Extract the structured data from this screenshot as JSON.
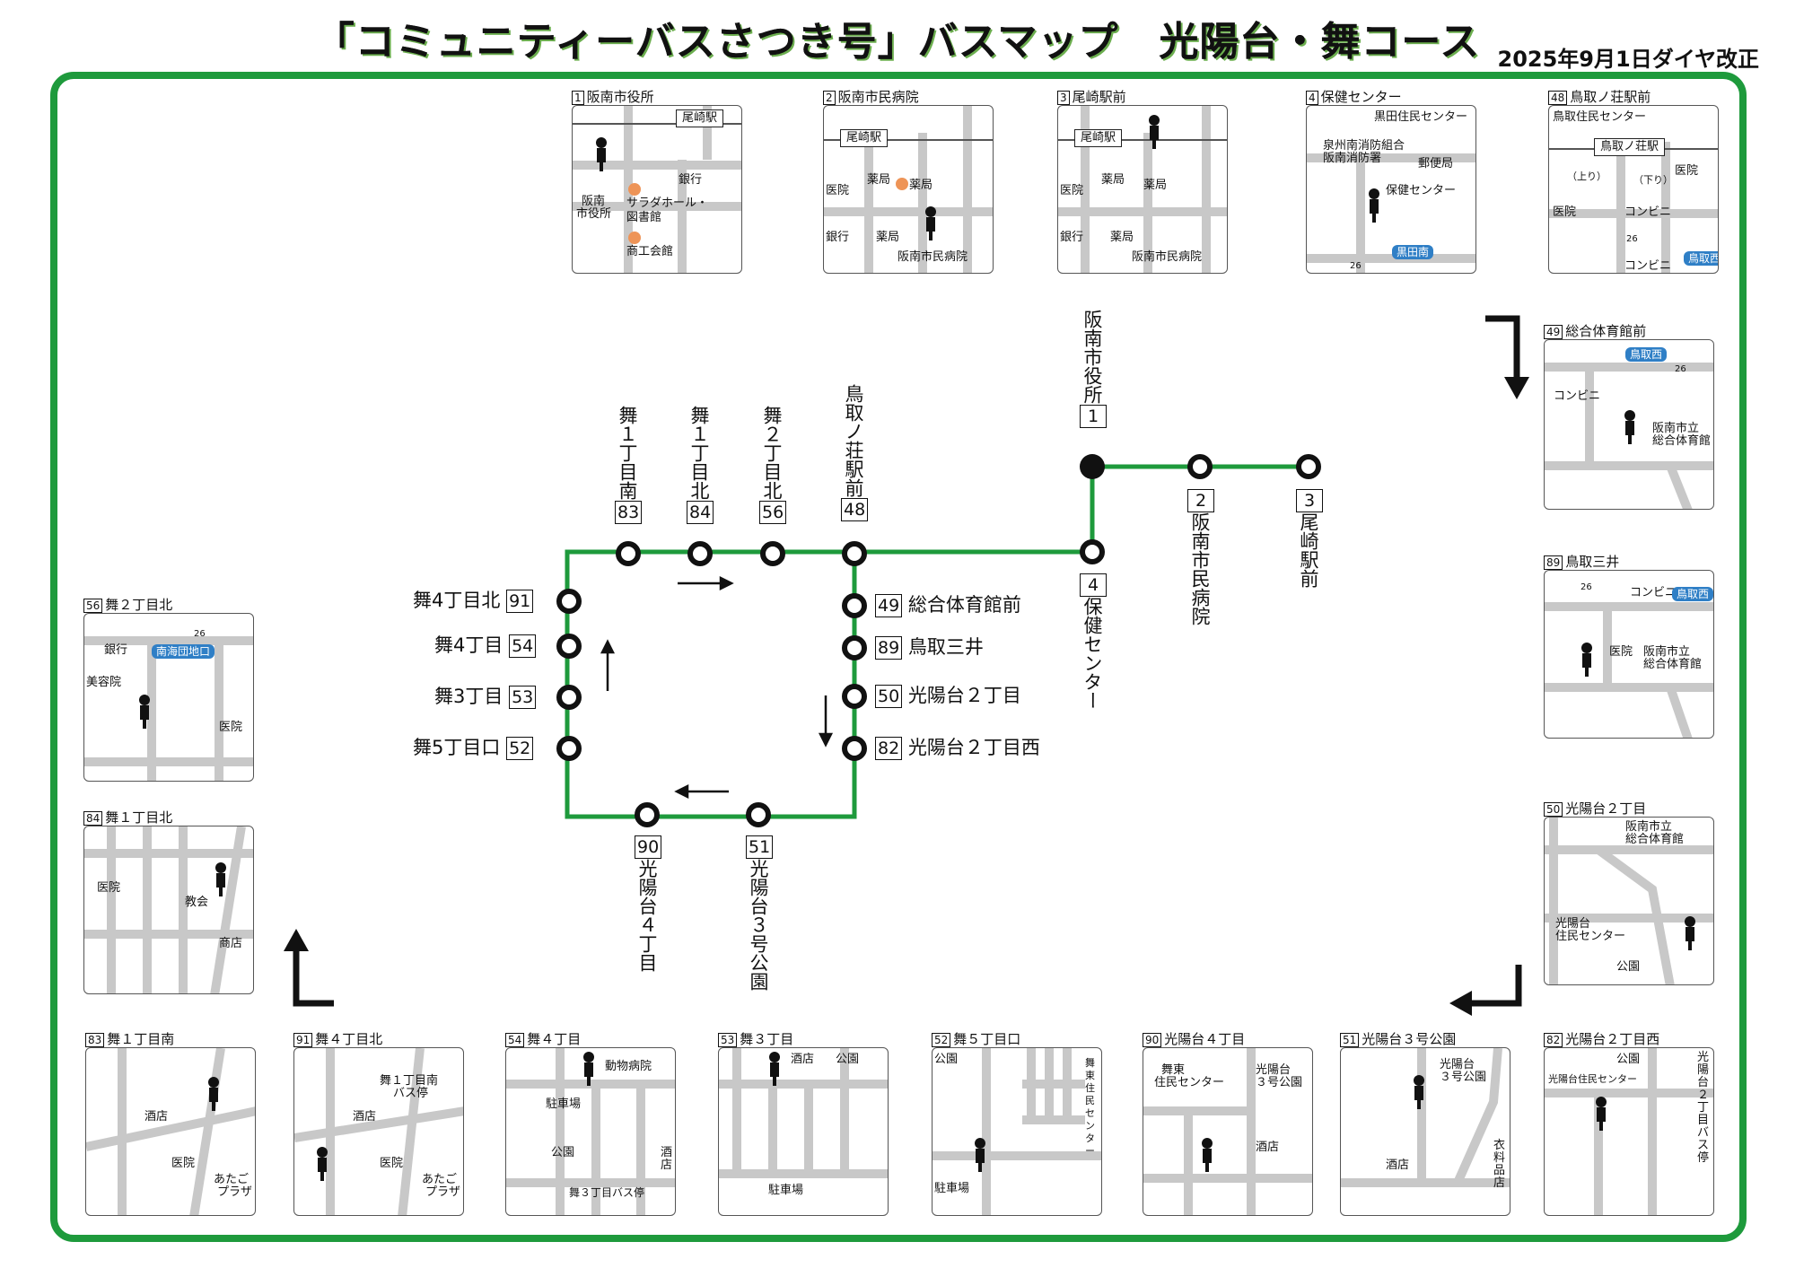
{
  "title": "「コミュニティーバスさつき号」バスマップ　光陽台・舞コース",
  "revision": "2025年9月1日ダイヤ改正",
  "colors": {
    "route": "#1e9a3c",
    "frame": "#1e9a3c",
    "poi": "#ee9457",
    "station_badge": "#2f7fc6",
    "road": "#c8c8c8"
  },
  "cards": {
    "c1": {
      "num": "1",
      "name": "阪南市役所",
      "labels": [
        "尾崎駅",
        "銀行",
        "阪南",
        "市役所",
        "サラダホール・",
        "図書館",
        "商工会館"
      ]
    },
    "c2": {
      "num": "2",
      "name": "阪南市民病院",
      "labels": [
        "尾崎駅",
        "医院",
        "薬局",
        "薬局",
        "銀行",
        "薬局",
        "阪南市民病院"
      ]
    },
    "c3": {
      "num": "3",
      "name": "尾崎駅前",
      "labels": [
        "尾崎駅",
        "医院",
        "薬局",
        "薬局",
        "銀行",
        "薬局",
        "阪南市民病院"
      ]
    },
    "c4": {
      "num": "4",
      "name": "保健センター",
      "labels": [
        "黒田住民センター",
        "泉州南消防組合",
        "阪南消防署",
        "郵便局",
        "保健センター",
        "黒田南",
        "26"
      ]
    },
    "c48": {
      "num": "48",
      "name": "鳥取ノ荘駅前",
      "labels": [
        "鳥取住民センター",
        "鳥取ノ荘駅",
        "（上り）",
        "（下り）",
        "医院",
        "医院",
        "コンビニ",
        "コンビニ",
        "鳥取西",
        "26"
      ]
    },
    "c49": {
      "num": "49",
      "name": "総合体育館前",
      "labels": [
        "鳥取西",
        "26",
        "コンビニ",
        "阪南市立",
        "総合体育館"
      ]
    },
    "c89": {
      "num": "89",
      "name": "鳥取三井",
      "labels": [
        "26",
        "コンビニ",
        "鳥取西",
        "医院",
        "阪南市立",
        "総合体育館"
      ]
    },
    "c50": {
      "num": "50",
      "name": "光陽台２丁目",
      "labels": [
        "阪南市立",
        "総合体育館",
        "光陽台",
        "住民センター",
        "公園"
      ]
    },
    "c82": {
      "num": "82",
      "name": "光陽台２丁目西",
      "labels": [
        "公園",
        "光陽台住民センター",
        "光陽台２丁目バス停"
      ]
    },
    "c51": {
      "num": "51",
      "name": "光陽台３号公園",
      "labels": [
        "光陽台",
        "３号公園",
        "酒店",
        "衣料品店"
      ]
    },
    "c90": {
      "num": "90",
      "name": "光陽台４丁目",
      "labels": [
        "舞東",
        "住民センター",
        "光陽台",
        "３号公園",
        "酒店"
      ]
    },
    "c52": {
      "num": "52",
      "name": "舞５丁目口",
      "labels": [
        "公園",
        "舞東住民センター",
        "駐車場"
      ]
    },
    "c53": {
      "num": "53",
      "name": "舞３丁目",
      "labels": [
        "酒店",
        "公園",
        "駐車場"
      ]
    },
    "c54": {
      "num": "54",
      "name": "舞４丁目",
      "labels": [
        "動物病院",
        "駐車場",
        "公園",
        "酒店",
        "舞３丁目バス停"
      ]
    },
    "c91": {
      "num": "91",
      "name": "舞４丁目北",
      "labels": [
        "舞１丁目南",
        "バス停",
        "酒店",
        "医院",
        "あたご",
        "プラザ"
      ]
    },
    "c83": {
      "num": "83",
      "name": "舞１丁目南",
      "labels": [
        "酒店",
        "医院",
        "あたご",
        "プラザ"
      ]
    },
    "c84": {
      "num": "84",
      "name": "舞１丁目北",
      "labels": [
        "医院",
        "教会",
        "商店"
      ]
    },
    "c56": {
      "num": "56",
      "name": "舞２丁目北",
      "labels": [
        "銀行",
        "南海団地口",
        "美容院",
        "医院",
        "26"
      ]
    }
  },
  "route": {
    "stops": [
      {
        "num": "1",
        "name": "阪南市役所"
      },
      {
        "num": "2",
        "name": "阪南市民病院"
      },
      {
        "num": "3",
        "name": "尾崎駅前"
      },
      {
        "num": "4",
        "name": "保健センター"
      },
      {
        "num": "48",
        "name": "鳥取ノ荘駅前"
      },
      {
        "num": "56",
        "name": "舞２丁目北"
      },
      {
        "num": "84",
        "name": "舞１丁目北"
      },
      {
        "num": "83",
        "name": "舞１丁目南"
      },
      {
        "num": "49",
        "name": "総合体育館前"
      },
      {
        "num": "89",
        "name": "鳥取三井"
      },
      {
        "num": "50",
        "name": "光陽台２丁目"
      },
      {
        "num": "82",
        "name": "光陽台２丁目西"
      },
      {
        "num": "91",
        "name": "舞4丁目北"
      },
      {
        "num": "54",
        "name": "舞4丁目"
      },
      {
        "num": "53",
        "name": "舞3丁目"
      },
      {
        "num": "52",
        "name": "舞5丁目口"
      },
      {
        "num": "90",
        "name": "光陽台４丁目"
      },
      {
        "num": "51",
        "name": "光陽台３号公園"
      }
    ]
  }
}
